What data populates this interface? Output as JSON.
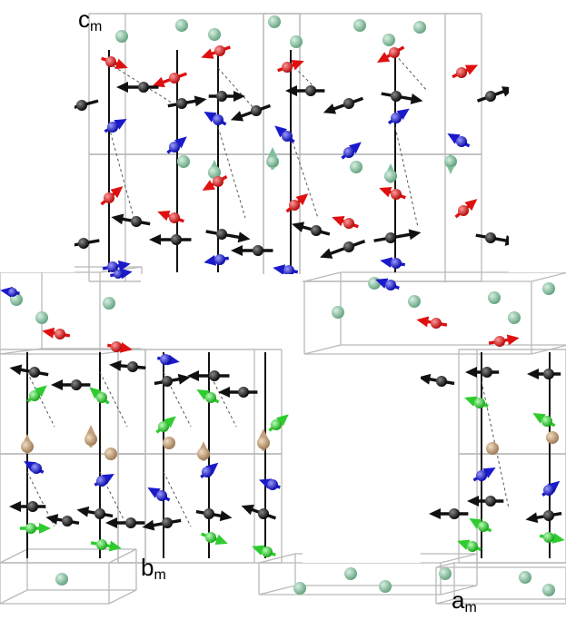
{
  "axes": {
    "c": {
      "main": "c",
      "sub": "m"
    },
    "b": {
      "main": "b",
      "sub": "m"
    },
    "a": {
      "main": "a",
      "sub": "m"
    }
  },
  "colors": {
    "background": "#ffffff",
    "cell_edge": "#b9b9b9",
    "bond_dashed": "#555555",
    "chain_line": "#111111",
    "atom_black": "#111111",
    "atom_red": "#e01010",
    "atom_blue": "#1a1acc",
    "atom_green": "#2ecc2e",
    "atom_teal": "#7fbf9c",
    "atom_tan": "#c2a07a"
  },
  "legend_note": "",
  "structure": {
    "panels": [
      "upper-left",
      "upper-right",
      "lower-left",
      "lower-right"
    ],
    "atom_species": [
      "black",
      "red",
      "blue",
      "green",
      "teal",
      "tan"
    ]
  }
}
